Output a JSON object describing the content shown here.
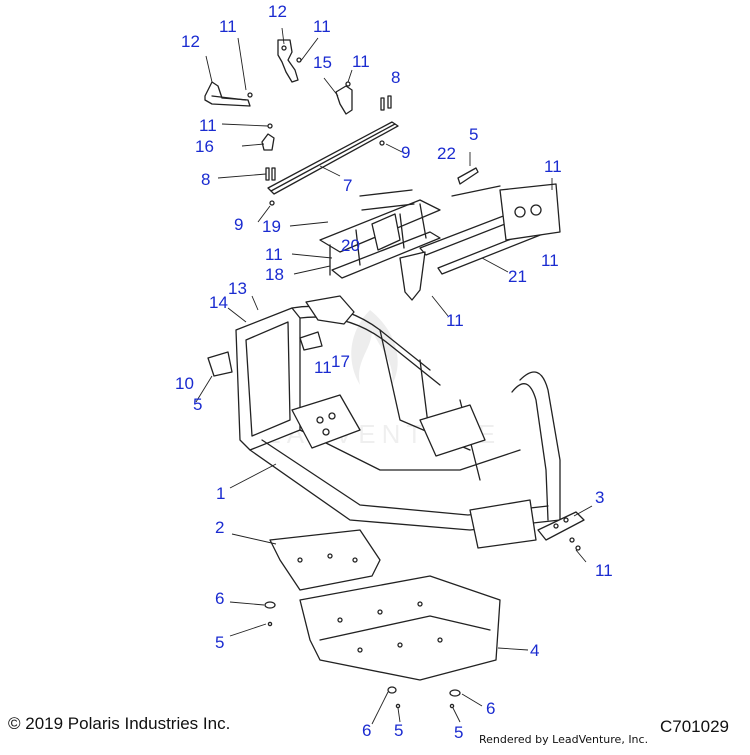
{
  "diagram": {
    "code": "C701029",
    "copyright": "© 2019 Polaris Industries Inc.",
    "render_note": "Rendered by LeadVenture, Inc.",
    "watermark_text": "LEADVENTURE",
    "callout_color": "#1a2bd0",
    "line_color": "#222222"
  },
  "callouts": [
    {
      "label": "12"
    },
    {
      "label": "11"
    },
    {
      "label": "12"
    },
    {
      "label": "11"
    },
    {
      "label": "15"
    },
    {
      "label": "11"
    },
    {
      "label": "8"
    },
    {
      "label": "11"
    },
    {
      "label": "16"
    },
    {
      "label": "9"
    },
    {
      "label": "5"
    },
    {
      "label": "22"
    },
    {
      "label": "8"
    },
    {
      "label": "7"
    },
    {
      "label": "11"
    },
    {
      "label": "9"
    },
    {
      "label": "19"
    },
    {
      "label": "20"
    },
    {
      "label": "11"
    },
    {
      "label": "18"
    },
    {
      "label": "11"
    },
    {
      "label": "21"
    },
    {
      "label": "13"
    },
    {
      "label": "14"
    },
    {
      "label": "11"
    },
    {
      "label": "17"
    },
    {
      "label": "11"
    },
    {
      "label": "10"
    },
    {
      "label": "5"
    },
    {
      "label": "1"
    },
    {
      "label": "3"
    },
    {
      "label": "2"
    },
    {
      "label": "11"
    },
    {
      "label": "6"
    },
    {
      "label": "5"
    },
    {
      "label": "4"
    },
    {
      "label": "6"
    },
    {
      "label": "5"
    },
    {
      "label": "6"
    },
    {
      "label": "5"
    }
  ]
}
